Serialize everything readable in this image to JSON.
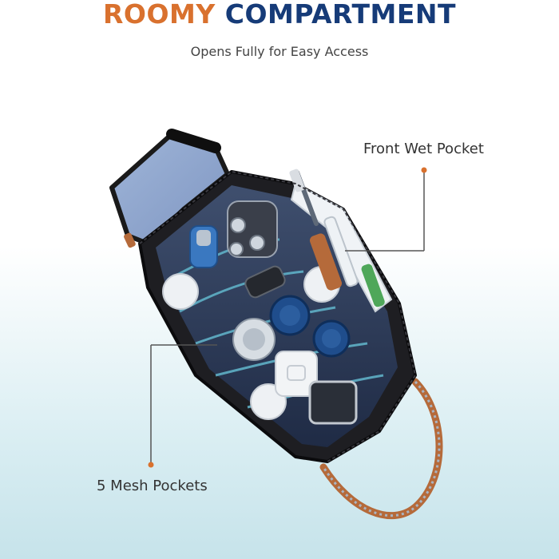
{
  "headline": {
    "word1": "ROOMY",
    "word2": "COMPARTMENT"
  },
  "subtitle": "Opens Fully for Easy Access",
  "callouts": {
    "front_pocket": "Front Wet Pocket",
    "mesh_pockets": "5 Mesh Pockets"
  },
  "colors": {
    "accent_orange": "#d9712e",
    "accent_navy": "#163b78",
    "callout_line": "#555555"
  }
}
